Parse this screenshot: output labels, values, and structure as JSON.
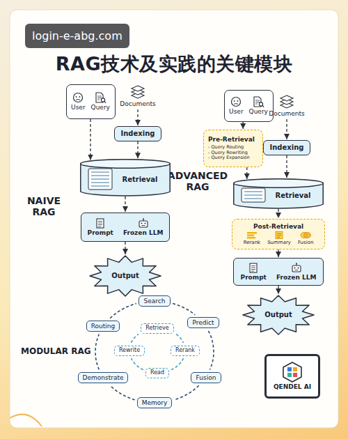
{
  "diagram": {
    "title": "RAG技术及实践的关键模块",
    "nodes": [
      {
        "text": [
          "User",
          "Query"
        ]
      },
      {
        "text": [
          "Documents"
        ]
      },
      {
        "text": [
          "Indexing"
        ]
      },
      {
        "text": [
          "Retrieval"
        ]
      },
      {
        "text": [
          "Prompt",
          "Frozen LLM"
        ]
      },
      {
        "text": [
          "Output"
        ]
      },
      {
        "text": [
          "User",
          "Query"
        ]
      },
      {
        "text": [
          "Documents"
        ]
      },
      {
        "text": [
          "Pre-Retrieval",
          "- Query Routing",
          "- Query Rewriting",
          "- Query Expansion"
        ]
      },
      {
        "text": [
          "Indexing"
        ]
      },
      {
        "text": [
          "Retrieval"
        ]
      },
      {
        "text": [
          "Post-Retrieval",
          "Rerank",
          "Summary",
          "Fusion"
        ]
      },
      {
        "text": [
          "Prompt",
          "Frozen LLM"
        ]
      },
      {
        "text": [
          "Output"
        ]
      },
      {
        "text": [
          "Search"
        ]
      },
      {
        "text": [
          "Predict"
        ]
      },
      {
        "text": [
          "Fusion"
        ]
      },
      {
        "text": [
          "Memory"
        ]
      },
      {
        "text": [
          "Demonstrate"
        ]
      },
      {
        "text": [
          "Routing"
        ]
      },
      {
        "text": [
          "Retrieve"
        ]
      },
      {
        "text": [
          "Rerank"
        ]
      },
      {
        "text": [
          "Read"
        ]
      },
      {
        "text": [
          "Rewrite"
        ]
      },
      {
        "text": [
          "QENDEL AI"
        ]
      }
    ],
    "edges": [
      {
        "from": 0,
        "to": 3,
        "arrow": "to"
      },
      {
        "from": 1,
        "to": 2,
        "arrow": "to"
      },
      {
        "from": 2,
        "to": 3,
        "arrow": "to"
      },
      {
        "from": 3,
        "to": 4,
        "arrow": "to"
      },
      {
        "from": 4,
        "to": 5,
        "arrow": "to"
      },
      {
        "from": 6,
        "to": 8,
        "arrow": "to"
      },
      {
        "from": 8,
        "to": 10,
        "arrow": "to"
      },
      {
        "from": 7,
        "to": 9,
        "arrow": "to"
      },
      {
        "from": 9,
        "to": 10,
        "arrow": "to"
      },
      {
        "from": 10,
        "to": 11,
        "arrow": "to"
      },
      {
        "from": 11,
        "to": 12,
        "arrow": "to"
      },
      {
        "from": 12,
        "to": 13,
        "arrow": "to"
      },
      {
        "from": 14,
        "to": 15,
        "arrow": "none"
      },
      {
        "from": 15,
        "to": 16,
        "arrow": "none"
      },
      {
        "from": 16,
        "to": 17,
        "arrow": "none"
      },
      {
        "from": 17,
        "to": 18,
        "arrow": "none"
      },
      {
        "from": 18,
        "to": 19,
        "arrow": "none"
      },
      {
        "from": 19,
        "to": 14,
        "arrow": "none"
      },
      {
        "from": 20,
        "to": 21,
        "arrow": "none"
      },
      {
        "from": 21,
        "to": 22,
        "arrow": "none"
      },
      {
        "from": 22,
        "to": 23,
        "arrow": "none"
      },
      {
        "from": 23,
        "to": 20,
        "arrow": "none"
      }
    ],
    "labels": [
      "login-e-abg.com",
      "NAIVE RAG",
      "ADVANCED RAG",
      "MODULAR RAG"
    ]
  }
}
